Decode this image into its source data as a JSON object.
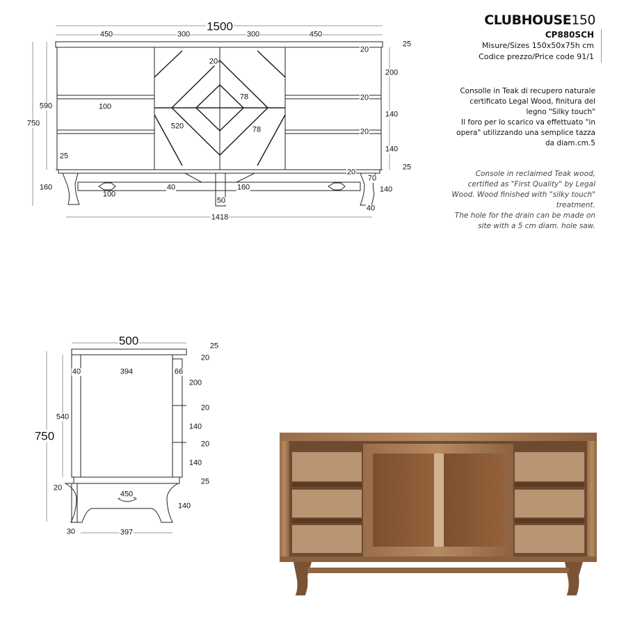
{
  "header": {
    "title": "CLUBHOUSE",
    "title_number": "150",
    "code": "CP880SCH",
    "sizes": "Misure/Sizes 150x50x75h cm",
    "price_code": "Codice prezzo/Price code 91/1"
  },
  "description_it": [
    "Consolle in Teak di recupero naturale",
    "certificato Legal Wood, finitura del",
    "legno \"Silky touch\"",
    "Il foro per lo scarico va effettuato \"in",
    "opera\" utilizzando una semplice tazza",
    "da diam.cm.5"
  ],
  "description_en": [
    "Console in reclaimed Teak wood,",
    "certified as \"First Quality\" by Legal",
    "Wood. Wood finished with \"silky touch\"",
    "treatment.",
    "The hole for the drain can be made on",
    "site with a 5 cm diam. hole saw."
  ],
  "front_dims": [
    "1500",
    "450",
    "300",
    "300",
    "450",
    "25",
    "20",
    "20",
    "200",
    "78",
    "20",
    "590",
    "100",
    "140",
    "750",
    "520",
    "78",
    "20",
    "140",
    "25",
    "25",
    "20",
    "70",
    "160",
    "40",
    "160",
    "140",
    "100",
    "50",
    "40",
    "1418"
  ],
  "side_dims": [
    "500",
    "25",
    "20",
    "40",
    "394",
    "66",
    "200",
    "540",
    "750",
    "20",
    "140",
    "20",
    "140",
    "25",
    "20",
    "450",
    "140",
    "30",
    "397"
  ],
  "colors": {
    "line": "#222222",
    "wood": "#a07850",
    "wood_dark": "#6b4a2e",
    "panel": "#8a5a36"
  }
}
